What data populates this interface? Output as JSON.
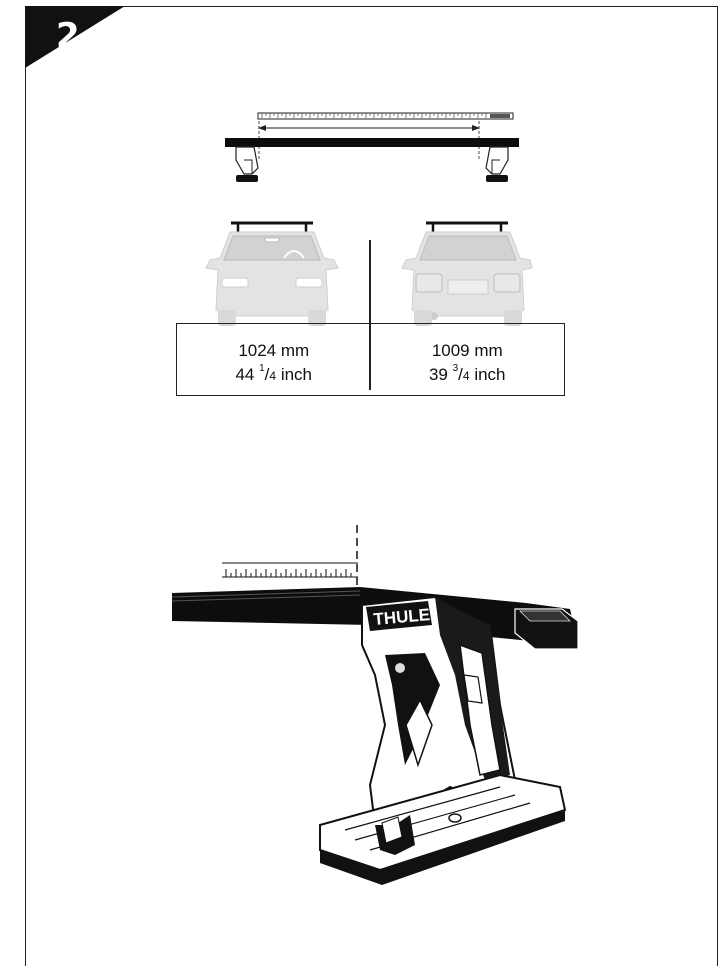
{
  "step": {
    "number": "2"
  },
  "measurements": {
    "front": {
      "mm": "1024 mm",
      "inch_whole": "44 ",
      "inch_num": "1",
      "inch_den": "4",
      "inch_unit": " inch"
    },
    "rear": {
      "mm": "1009 mm",
      "inch_whole": "39 ",
      "inch_num": "3",
      "inch_den": "4",
      "inch_unit": " inch"
    }
  },
  "illustrations": {
    "brand_logo": "THULE",
    "icons": [
      "roof-bar-measurement-icon",
      "car-front-view-icon",
      "car-rear-view-icon",
      "roof-rack-foot-icon"
    ]
  },
  "colors": {
    "car_fill": "#e3e3e3",
    "bar": "#0d0d0d",
    "badge": "#111111"
  }
}
